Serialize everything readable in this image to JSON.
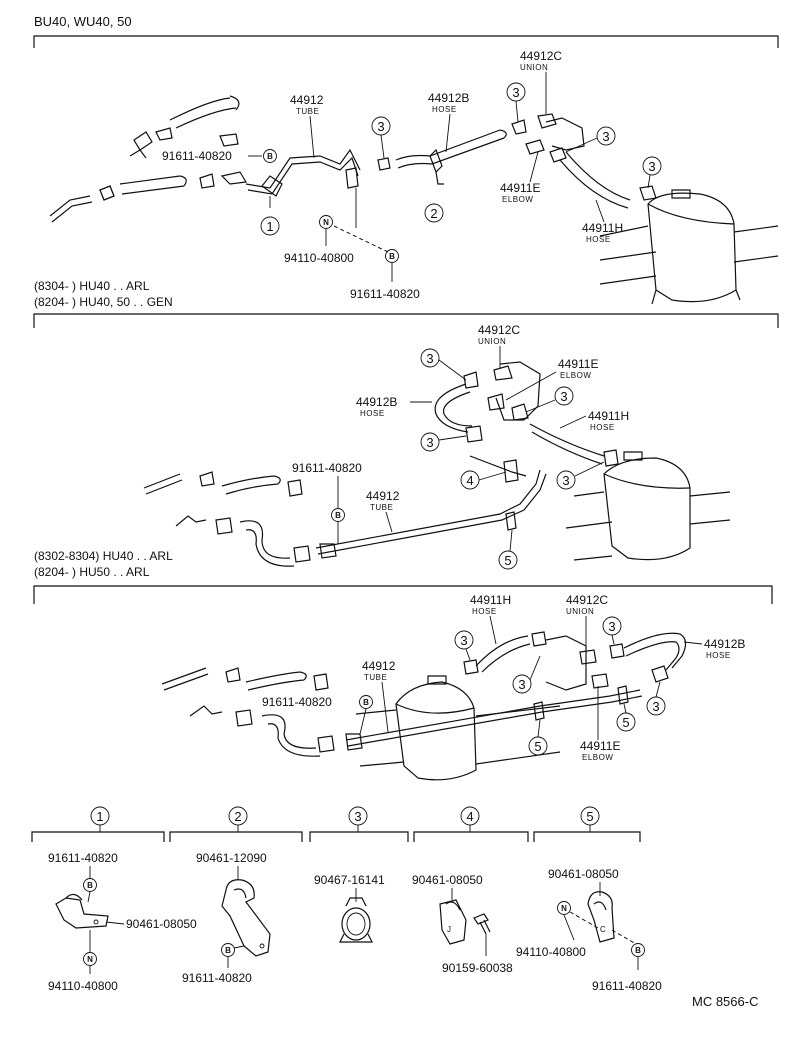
{
  "header": "BU40, WU40, 50",
  "footer": "MC 8566-C",
  "s1": {
    "p44912": "44912",
    "tube": "TUBE",
    "p44912B": "44912B",
    "hose": "HOSE",
    "p44912C": "44912C",
    "union": "UNION",
    "p44911E": "44911E",
    "elbow": "ELBOW",
    "p44911H": "44911H",
    "hose2": "HOSE",
    "p91611a": "91611-40820",
    "p94110": "94110-40800",
    "p91611b": "91611-40820",
    "c1": "1",
    "c2": "2",
    "c3": "3",
    "cB": "B",
    "cN": "N",
    "app1": "(8304-          ) HU40 . . ARL",
    "app2": "(8204-          ) HU40, 50 . . GEN"
  },
  "s2": {
    "p44912C": "44912C",
    "union": "UNION",
    "p44911E": "44911E",
    "elbow": "ELBOW",
    "p44912B": "44912B",
    "hose": "HOSE",
    "p44911H": "44911H",
    "hose2": "HOSE",
    "p91611": "91611-40820",
    "p44912": "44912",
    "tube": "TUBE",
    "c3": "3",
    "c4": "4",
    "c5": "5",
    "cB": "B",
    "app1": "(8302-8304) HU40 . . ARL",
    "app2": "(8204-          ) HU50 . . ARL"
  },
  "s3": {
    "p44911H": "44911H",
    "hose": "HOSE",
    "p44912C": "44912C",
    "union": "UNION",
    "p44912B": "44912B",
    "hose2": "HOSE",
    "p44912": "44912",
    "tube": "TUBE",
    "p91611": "91611-40820",
    "p44911E": "44911E",
    "elbow": "ELBOW",
    "c3": "3",
    "c5": "5",
    "cB": "B"
  },
  "details": {
    "d1": {
      "num": "1",
      "a": "91611-40820",
      "b": "90461-08050",
      "c": "94110-40800",
      "cB": "B",
      "cN": "N"
    },
    "d2": {
      "num": "2",
      "a": "90461-12090",
      "b": "91611-40820",
      "cB": "B"
    },
    "d3": {
      "num": "3",
      "a": "90467-16141"
    },
    "d4": {
      "num": "4",
      "a": "90461-08050",
      "b": "90159-60038"
    },
    "d5": {
      "num": "5",
      "a": "90461-08050",
      "b": "94110-40800",
      "c": "91611-40820",
      "cB": "B",
      "cN": "N"
    }
  }
}
